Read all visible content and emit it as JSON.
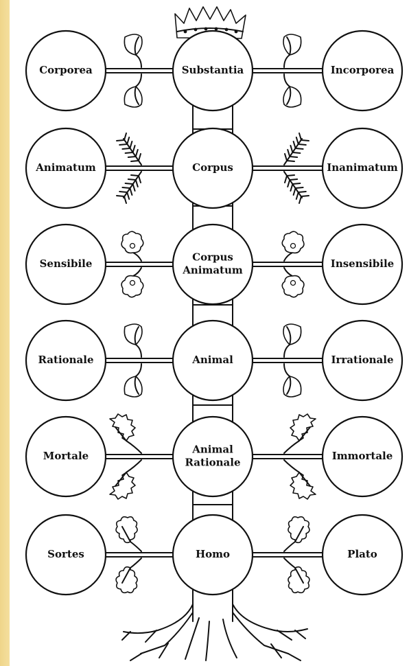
{
  "tree": {
    "rows": [
      {
        "center": "Substantia",
        "left": "Corporea",
        "right": "Incorporea",
        "leaf": "oval"
      },
      {
        "center": "Corpus",
        "left": "Animatum",
        "right": "Inanimatum",
        "leaf": "fern"
      },
      {
        "center": [
          "Corpus",
          "Animatum"
        ],
        "left": "Sensibile",
        "right": "Insensibile",
        "leaf": "flower"
      },
      {
        "center": "Animal",
        "left": "Rationale",
        "right": "Irrationale",
        "leaf": "oval"
      },
      {
        "center": [
          "Animal",
          "Rationale"
        ],
        "left": "Mortale",
        "right": "Immortale",
        "leaf": "holly"
      },
      {
        "center": "Homo",
        "left": "Sortes",
        "right": "Plato",
        "leaf": "oak"
      }
    ]
  },
  "decorations": {
    "crown": "crown-icon",
    "roots": "roots-icon"
  }
}
